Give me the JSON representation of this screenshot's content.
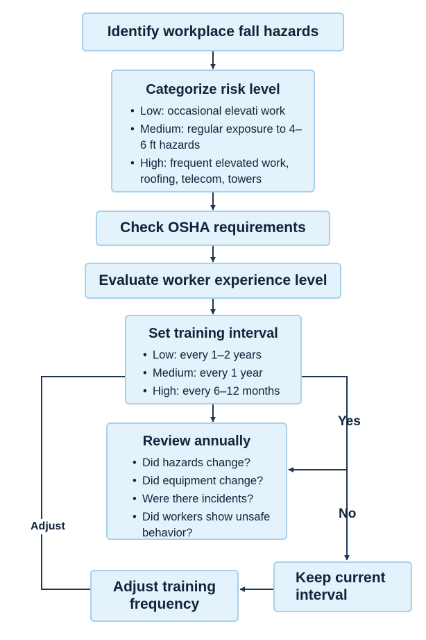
{
  "nodes": {
    "identify": {
      "label": "Identify workplace fall hazards"
    },
    "categorize": {
      "title": "Categorize risk level",
      "items": [
        "Low: occasional elevati work",
        "Medium: regular exposure to 4–6 ft hazards",
        "High: frequent elevated work, roofing, telecom, towers"
      ]
    },
    "osha": {
      "label": "Check OSHA requirements"
    },
    "evaluate": {
      "label": "Evaluate worker experience level"
    },
    "interval": {
      "title": "Set training interval",
      "items": [
        "Low: every 1–2 years",
        "Medium: every 1 year",
        "High: every 6–12 months"
      ]
    },
    "review": {
      "title": "Review annually",
      "items": [
        "Did hazards change?",
        "Did equipment change?",
        "Were there incidents?",
        "Did workers show unsafe behavior?"
      ]
    },
    "keep": {
      "label": "Keep current interval"
    },
    "adjust": {
      "label": "Adjust training frequency"
    }
  },
  "edges": {
    "yes": "Yes",
    "no": "No",
    "adjust": "Adjust"
  },
  "colors": {
    "box_fill": "#e4f2fb",
    "box_border": "#a8d0ec",
    "line": "#1d3653",
    "text": "#12233a"
  }
}
